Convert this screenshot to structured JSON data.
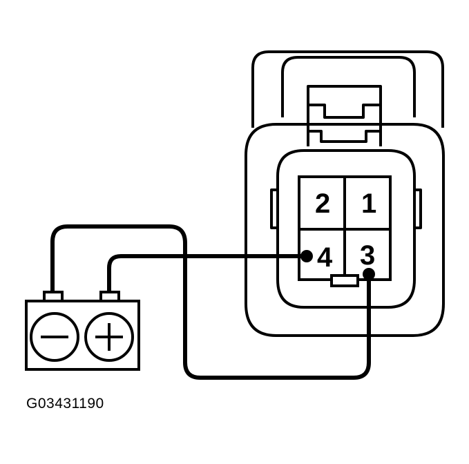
{
  "connector": {
    "pins": [
      {
        "id": "pin-2",
        "label": "2"
      },
      {
        "id": "pin-1",
        "label": "1"
      },
      {
        "id": "pin-4",
        "label": "4"
      },
      {
        "id": "pin-3",
        "label": "3"
      }
    ]
  },
  "battery": {
    "negative_symbol": "minus-icon",
    "positive_symbol": "plus-icon"
  },
  "figure_id": "G03431190",
  "colors": {
    "line": "#000000",
    "background": "#ffffff"
  }
}
